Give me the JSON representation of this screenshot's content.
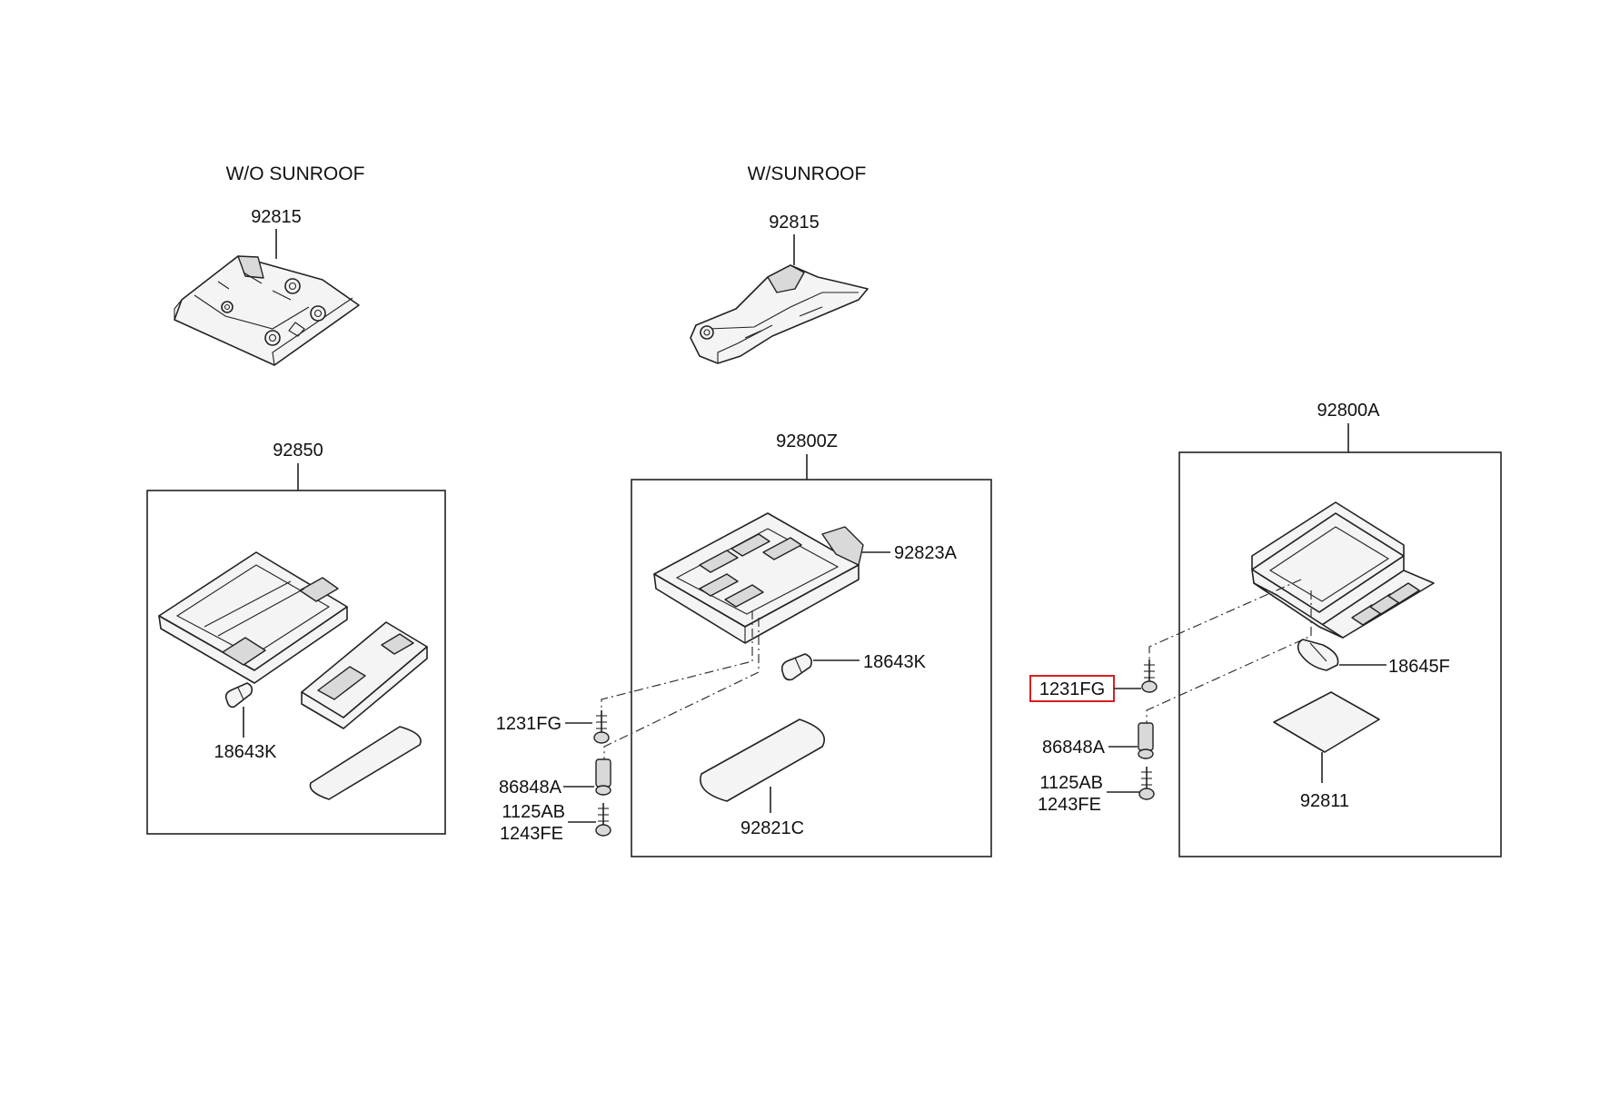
{
  "sections": {
    "without_sunroof": "W/O SUNROOF",
    "with_sunroof": "W/SUNROOF"
  },
  "labels": {
    "bracket_a": "92815",
    "bracket_b": "92815",
    "lamp_a": "92850",
    "bulb_a": "18643K",
    "console_b": "92800Z",
    "housing_b": "92823A",
    "bulb_b": "18643K",
    "screw_b1": "1231FG",
    "screw_b2": "86848A",
    "screw_b3a": "1125AB",
    "screw_b3b": "1243FE",
    "lens_b": "92821C",
    "console_c": "92800A",
    "bulb_c": "18645F",
    "screw_c1": "1231FG",
    "screw_c2": "86848A",
    "screw_c3a": "1125AB",
    "screw_c3b": "1243FE",
    "lens_c": "92811"
  }
}
